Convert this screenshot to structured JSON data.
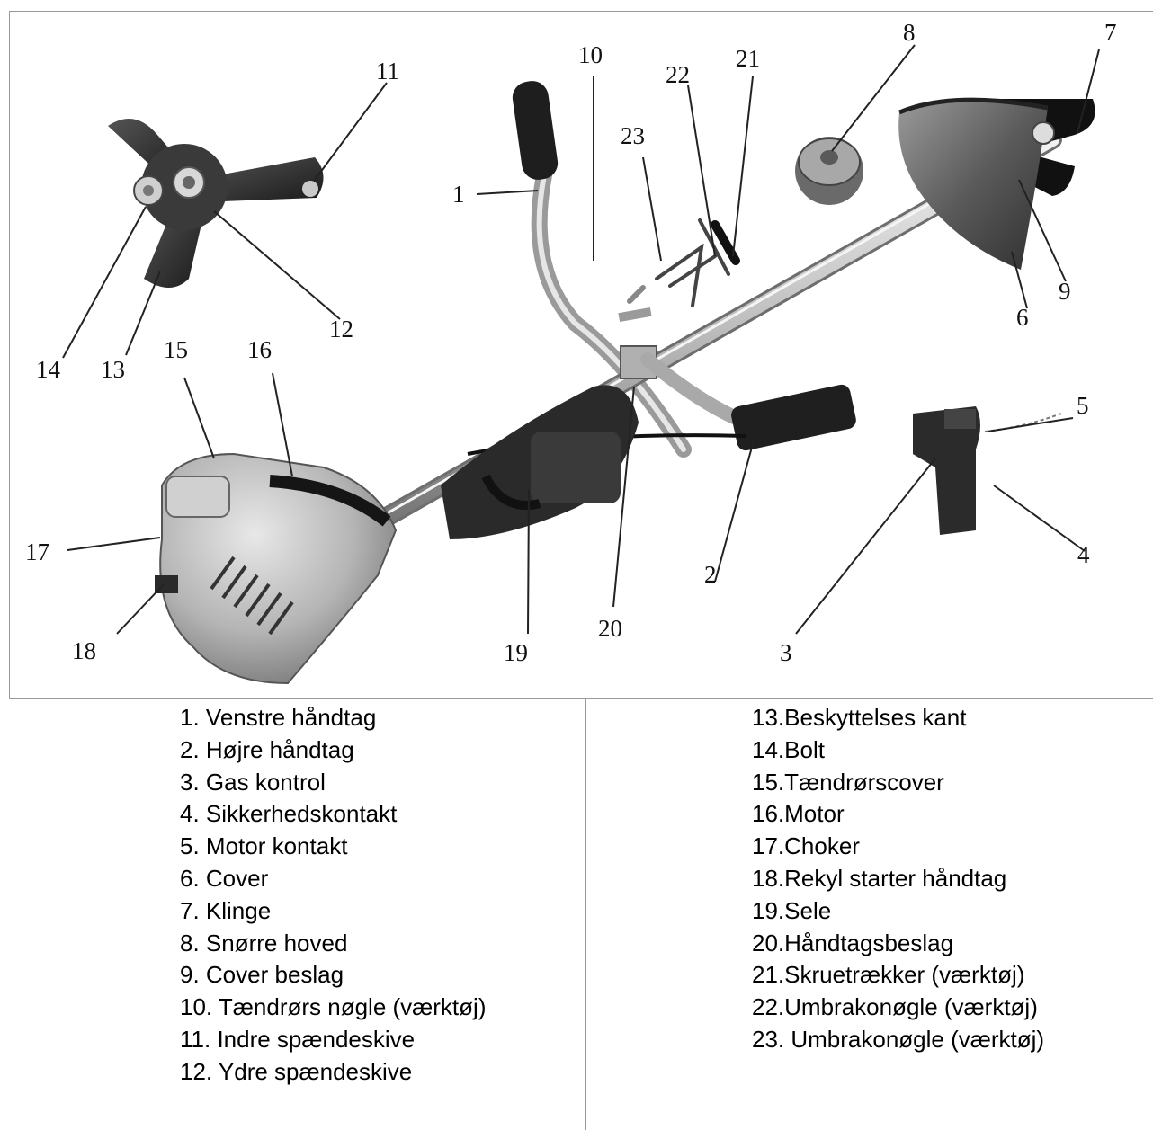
{
  "callouts": [
    "1",
    "2",
    "3",
    "4",
    "5",
    "6",
    "7",
    "8",
    "9",
    "10",
    "11",
    "12",
    "13",
    "14",
    "15",
    "16",
    "17",
    "18",
    "19",
    "20",
    "21",
    "22",
    "23"
  ],
  "legend_left": [
    "1. Venstre håndtag",
    "2. Højre håndtag",
    "3. Gas kontrol",
    "4. Sikkerhedskontakt",
    "5. Motor kontakt",
    "6. Cover",
    "7. Klinge",
    "8. Snørre hoved",
    "9. Cover beslag",
    "10. Tændrørs nøgle (værktøj)",
    "11. Indre spændeskive",
    "12. Ydre spændeskive"
  ],
  "legend_right": [
    "13.Beskyttelses kant",
    "14.Bolt",
    "15.Tændrørscover",
    "16.Motor",
    "17.Choker",
    "18.Rekyl starter håndtag",
    "19.Sele",
    "20.Håndtagsbeslag",
    "21.Skruetrækker (værktøj)",
    "22.Umbrakonøgle (værktøj)",
    "23. Umbrakonøgle (værktøj)"
  ]
}
